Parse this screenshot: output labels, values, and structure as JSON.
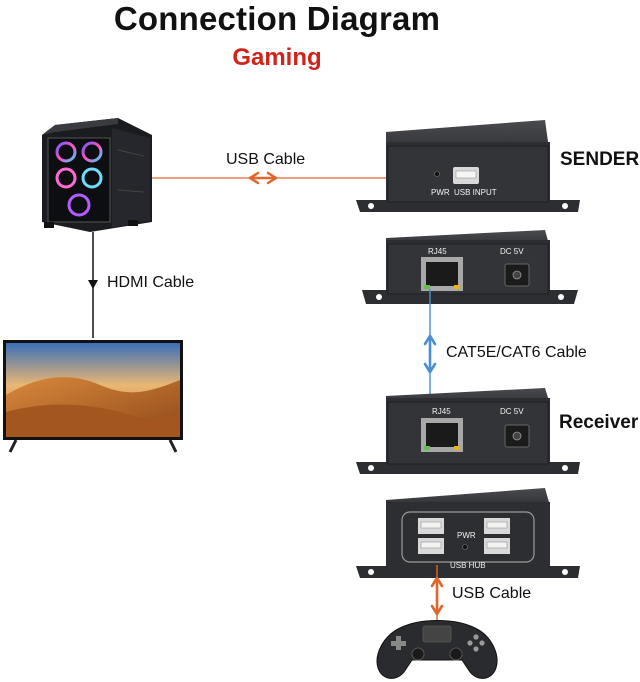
{
  "title": "Connection Diagram",
  "subtitle": "Gaming",
  "colors": {
    "subtitle": "#d0241b",
    "usb_cable": "#e0662d",
    "cat_cable": "#4a8fd6",
    "hdmi_cable": "#111111",
    "device_body": "#2d2e31"
  },
  "labels": {
    "usb_cable_top": "USB Cable",
    "hdmi_cable": "HDMI Cable",
    "cat_cable": "CAT5E/CAT6 Cable",
    "usb_cable_bottom": "USB Cable",
    "sender": "SENDER",
    "receiver": "Receiver"
  },
  "ports": {
    "pwr": "PWR",
    "usb_input": "USB INPUT",
    "rj45": "RJ45",
    "dc5v": "DC 5V",
    "usb_hub": "USB HUB"
  },
  "icons": [
    "pc-tower-icon",
    "tv-icon",
    "gamepad-icon"
  ]
}
